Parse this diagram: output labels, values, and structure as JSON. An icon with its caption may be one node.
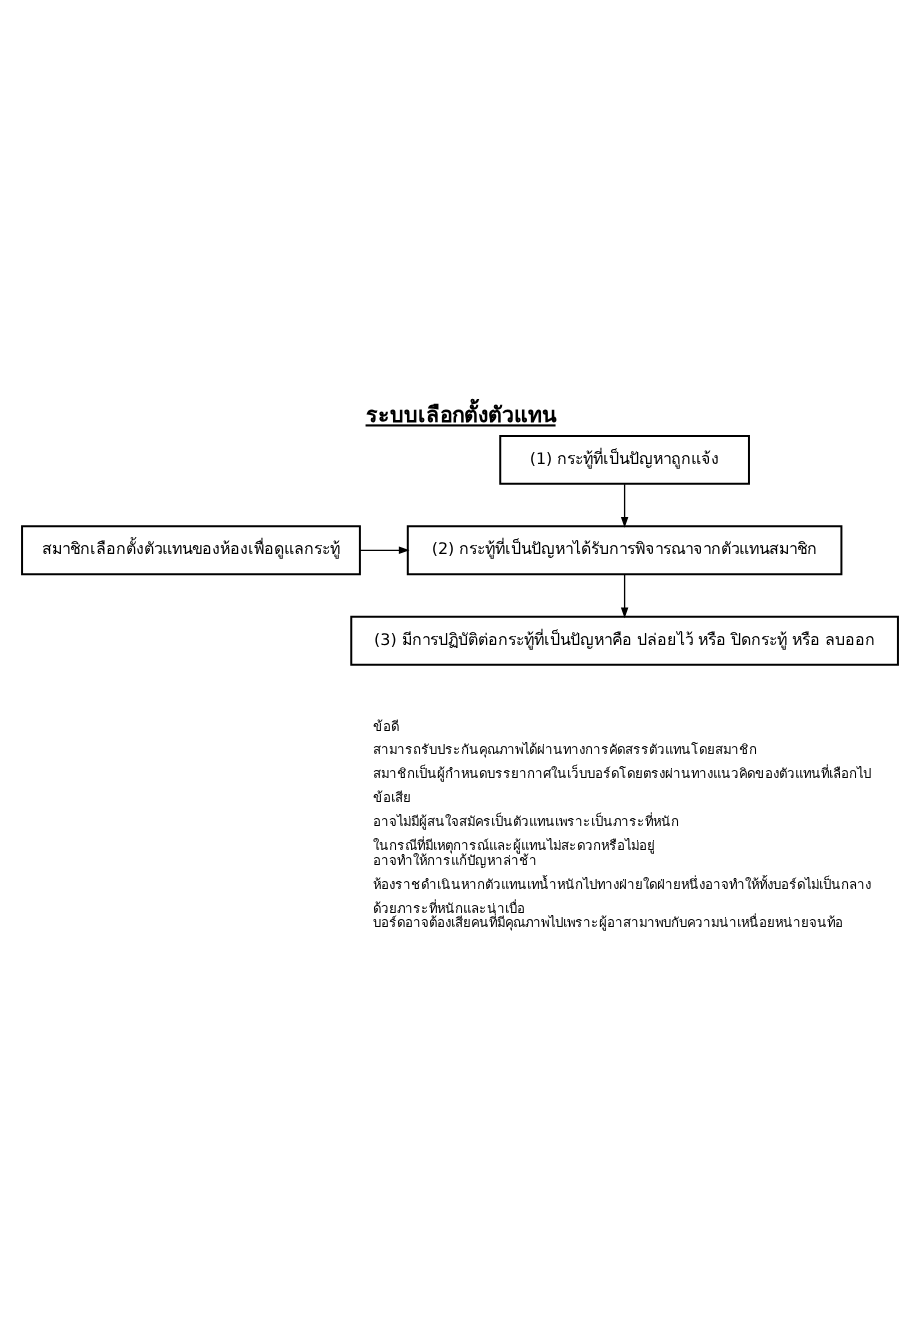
{
  "diagram": {
    "title": "ระบบเลือกตั้งตัวแทน",
    "nodes": [
      {
        "text": [
          "(1) กระทู้ที่เป็นปัญหาถูกแจ้ง"
        ]
      },
      {
        "text": [
          "สมาชิกเลือกตั้งตัวแทนของห้องเพื่อดูแลกระทู้"
        ]
      },
      {
        "text": [
          "(2) กระทู้ที่เป็นปัญหาได้รับการพิจารณาจากตัวแทนสมาชิก"
        ]
      },
      {
        "text": [
          "(3) มีการปฏิบัติต่อกระทู้ที่เป็นปัญหาคือ ปล่อยไว้ หรือ ปิดกระทู้ หรือ ลบออก"
        ]
      }
    ],
    "edges": [
      {
        "from": 0,
        "to": 2,
        "arrow": "to"
      },
      {
        "from": 1,
        "to": 2,
        "arrow": "to"
      },
      {
        "from": 2,
        "to": 3,
        "arrow": "to"
      }
    ],
    "labels": [
      "ข้อดี",
      "สามารถรับประกันคุณภาพได้ผ่านทางการคัดสรรตัวแทนโดยสมาชิก",
      "สมาชิกเป็นผู้กำหนดบรรยากาศในเว็บบอร์ดโดยตรงผ่านทางแนวคิดของตัวแทนที่เลือกไป",
      "ข้อเสีย",
      "อาจไม่มีผู้สนใจสมัครเป็นตัวแทนเพราะเป็นภาระที่หนัก",
      "ในกรณีที่มีเหตุการณ์และผู้แทนไม่สะดวกหรือไม่อยู่ อาจทำให้การแก้ปัญหาล่าช้า",
      "ห้องราชดำเนินหากตัวแทนเทน้ำหนักไปทางฝ่ายใดฝ่ายหนึ่งอาจทำให้ทั้งบอร์ดไม่เป็นกลาง",
      "ด้วยภาระที่หนักและน่าเบื่อ บอร์ดอาจต้องเสียคนที่มีคุณภาพไปเพราะผู้อาสามาพบกับความน่าเหนื่อยหน่ายจนท้อ"
    ]
  }
}
